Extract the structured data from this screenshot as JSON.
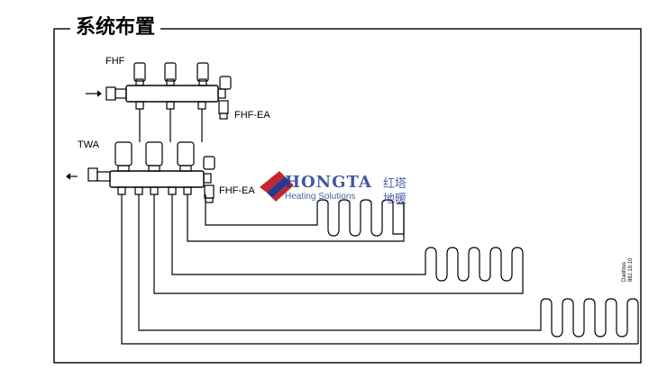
{
  "title": "系统布置",
  "labels": {
    "fhf": "FHF",
    "fhf_ea_top": "FHF-EA",
    "twa": "TWA",
    "fhf_ea_bottom": "FHF-EA"
  },
  "watermark": {
    "brand": "HONGTA",
    "brand_cn": "红塔",
    "tagline": "Heating Solutions",
    "tagline_cn": "地暖"
  },
  "doc_code": {
    "line1": "Danfoss",
    "line2": "88J.19.10"
  }
}
